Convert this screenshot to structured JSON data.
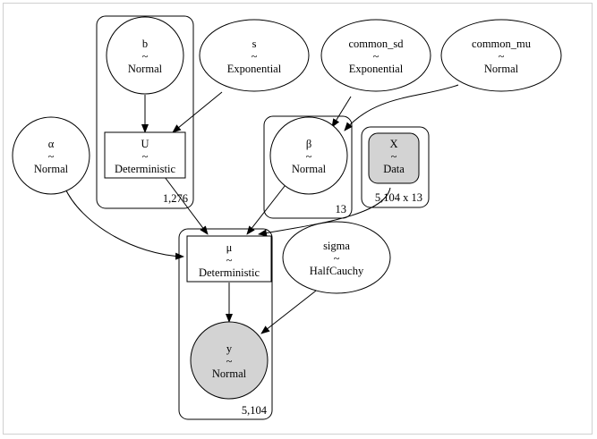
{
  "diagram": {
    "nodes": {
      "b": {
        "name": "b",
        "tilde": "~",
        "dist": "Normal"
      },
      "s": {
        "name": "s",
        "tilde": "~",
        "dist": "Exponential"
      },
      "common_sd": {
        "name": "common_sd",
        "tilde": "~",
        "dist": "Exponential"
      },
      "common_mu": {
        "name": "common_mu",
        "tilde": "~",
        "dist": "Normal"
      },
      "U": {
        "name": "U",
        "tilde": "~",
        "dist": "Deterministic"
      },
      "alpha": {
        "name": "α",
        "tilde": "~",
        "dist": "Normal"
      },
      "beta": {
        "name": "β",
        "tilde": "~",
        "dist": "Normal"
      },
      "X": {
        "name": "X",
        "tilde": "~",
        "dist": "Data"
      },
      "mu": {
        "name": "μ",
        "tilde": "~",
        "dist": "Deterministic"
      },
      "sigma": {
        "name": "sigma",
        "tilde": "~",
        "dist": "HalfCauchy"
      },
      "y": {
        "name": "y",
        "tilde": "~",
        "dist": "Normal"
      }
    },
    "plates": {
      "plate_1276": {
        "label": "1,276"
      },
      "plate_13": {
        "label": "13"
      },
      "plate_5104x13": {
        "label": "5,104 x 13"
      },
      "plate_5104": {
        "label": "5,104"
      }
    },
    "colors": {
      "observed_fill": "#d3d3d3",
      "stroke": "#000000",
      "background": "#ffffff"
    }
  }
}
